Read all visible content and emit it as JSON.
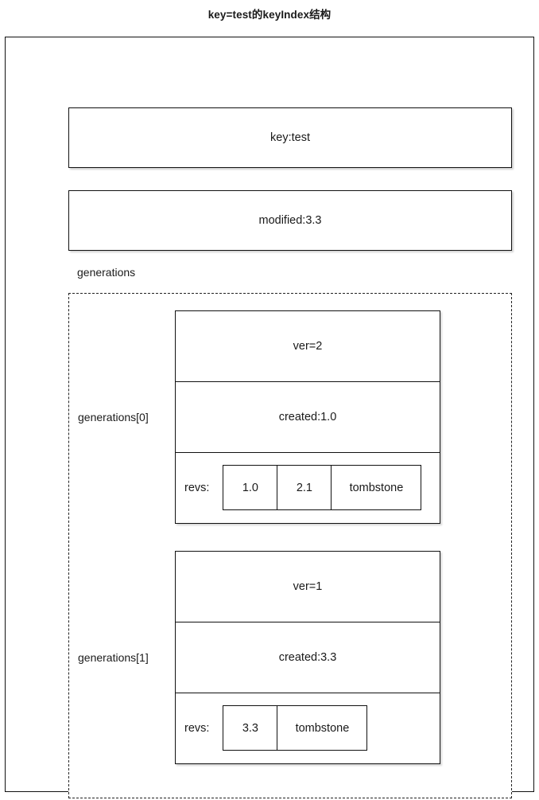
{
  "diagram": {
    "title": "key=test的keyIndex结构",
    "fields": [
      {
        "name": "key-field",
        "text": "key:test"
      },
      {
        "name": "modified-field",
        "text": "modified:3.3"
      }
    ],
    "generations_label": "generations",
    "revs_label": "revs:",
    "generations": [
      {
        "label": "generations[0]",
        "ver": "ver=2",
        "created": "created:1.0",
        "revs": [
          "1.0",
          "2.1",
          "tombstone"
        ]
      },
      {
        "label": "generations[1]",
        "ver": "ver=1",
        "created": "created:3.3",
        "revs": [
          "3.3",
          "tombstone"
        ]
      }
    ]
  },
  "colors": {
    "stroke": "#111111",
    "text": "#1a1a1a",
    "background": "#ffffff",
    "dashed_stroke": "#222222"
  }
}
